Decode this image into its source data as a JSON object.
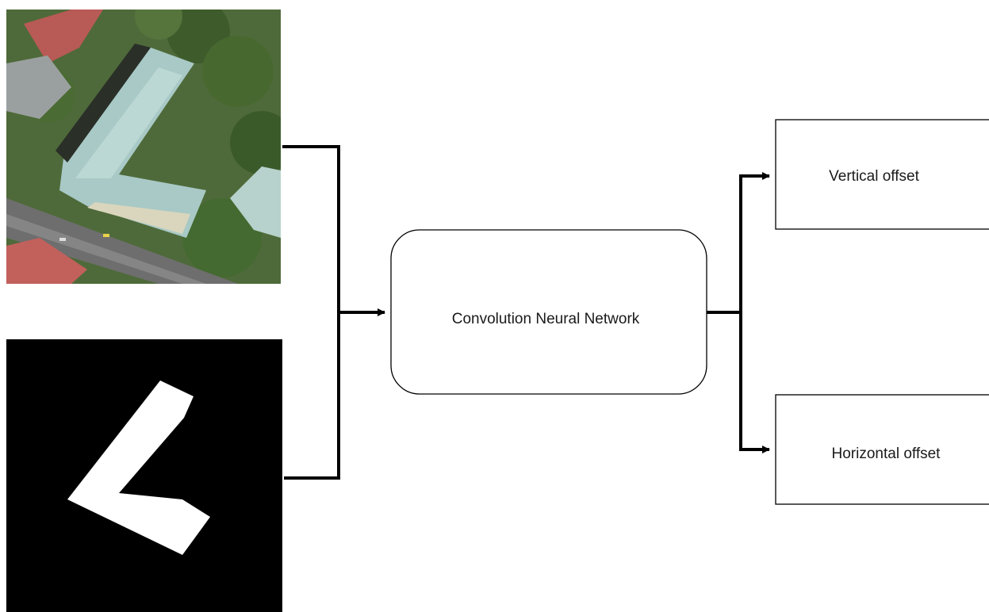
{
  "diagram": {
    "inputs": [
      {
        "name": "aerial-photo",
        "kind": "satellite-image"
      },
      {
        "name": "building-mask",
        "kind": "binary-mask"
      }
    ],
    "model": {
      "label": "Convolution Neural Network"
    },
    "outputs": [
      {
        "label": "Vertical offset"
      },
      {
        "label": "Horizontal offset"
      }
    ],
    "colors": {
      "stroke": "#000000",
      "box_fill": "#ffffff",
      "mask_background": "#000000",
      "mask_shape": "#ffffff"
    }
  }
}
